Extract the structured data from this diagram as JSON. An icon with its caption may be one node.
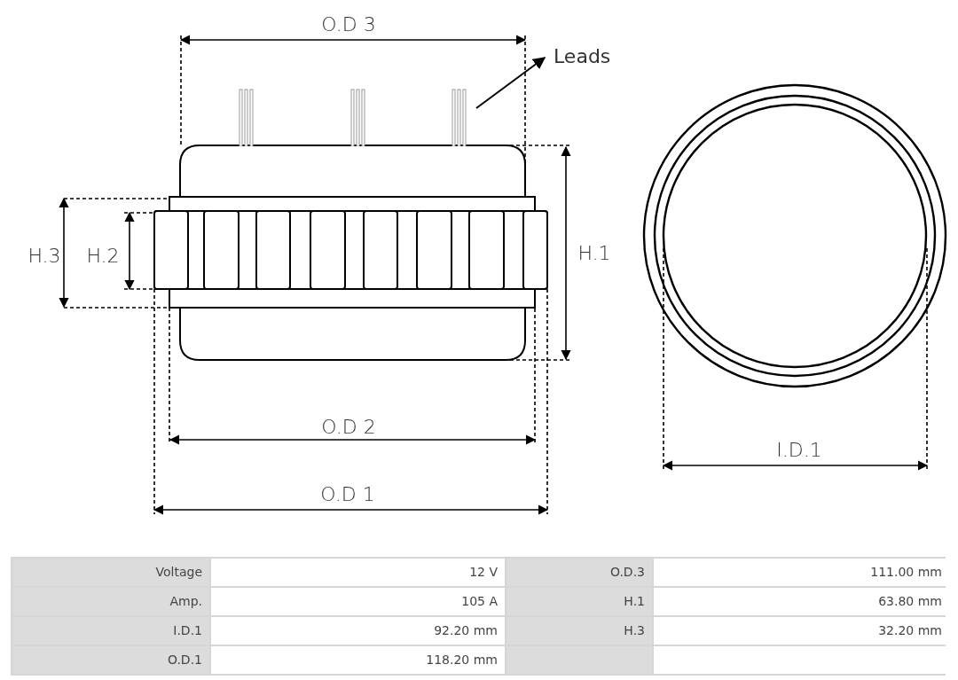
{
  "diagram": {
    "nodes": [
      {
        "text": [
          "Leads"
        ]
      },
      {
        "text": [],
        "shape": "picture"
      }
    ],
    "edges": [
      {
        "from": 1,
        "to": 0,
        "arrow": "to"
      }
    ],
    "labels": [
      "O.D 3",
      "H.3",
      "H.2",
      "H.1",
      "O.D 2",
      "I.D.1",
      "O.D 1",
      "Voltage",
      "12 V",
      "O.D.3",
      "111.00 mm",
      "Amp.",
      "105 A",
      "H.1",
      "63.80 mm",
      "I.D.1",
      "92.20 mm",
      "H.3",
      "32.20 mm",
      "O.D.1",
      "118.20 mm"
    ]
  }
}
